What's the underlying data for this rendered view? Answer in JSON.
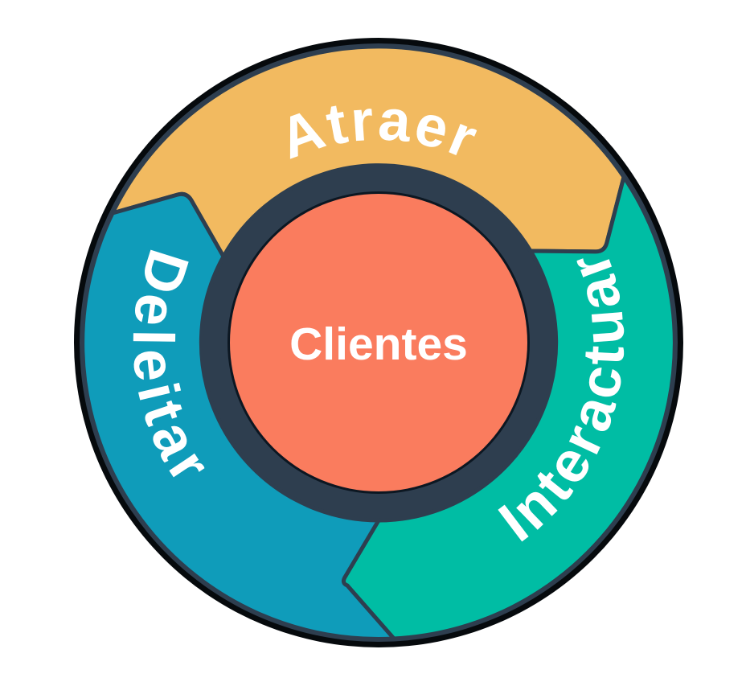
{
  "diagram": {
    "background_color": "#ffffff",
    "border_color": "#060a0d",
    "ring_color": "#2e3e4f",
    "inner_outline_color": "#0c1722",
    "label_color": "#ffffff",
    "center": {
      "label": "Clientes",
      "color": "#fa7c5e"
    },
    "segments": [
      {
        "label": "Atraer",
        "color": "#f2ba60"
      },
      {
        "label": "Interactuar",
        "color": "#00bda4"
      },
      {
        "label": "Deleitar",
        "color": "#0f9cba"
      }
    ]
  }
}
